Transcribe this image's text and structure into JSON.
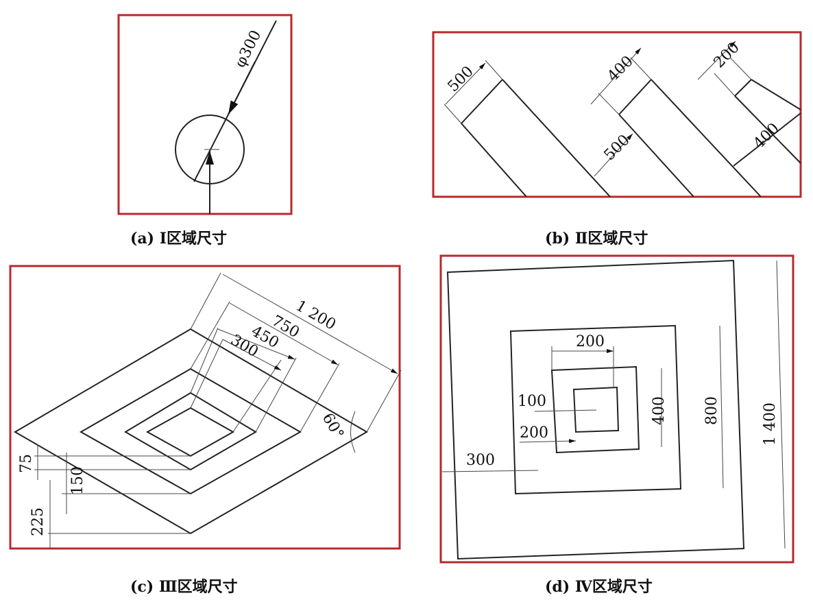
{
  "panels": {
    "a": {
      "caption": "(a) Ⅰ区域尺寸",
      "dims": {
        "diameter": "φ300"
      }
    },
    "b": {
      "caption": "(b) Ⅱ区域尺寸",
      "dims": {
        "d1": "500",
        "d2": "400",
        "d3": "500",
        "d4": "200",
        "d5": "400"
      }
    },
    "c": {
      "caption": "(c) Ⅲ区域尺寸",
      "dims": {
        "d1200": "1 200",
        "d750": "750",
        "d450": "450",
        "d300": "300",
        "angle": "60°",
        "d75": "75",
        "d150": "150",
        "d225": "225"
      }
    },
    "d": {
      "caption": "(d) Ⅳ区域尺寸",
      "dims": {
        "d200top": "200",
        "d100": "100",
        "d200left": "200",
        "d300": "300",
        "d400": "400",
        "d800": "800",
        "d1400": "1 400"
      }
    }
  },
  "colors": {
    "frame": "#b8282c",
    "line": "#222222"
  }
}
